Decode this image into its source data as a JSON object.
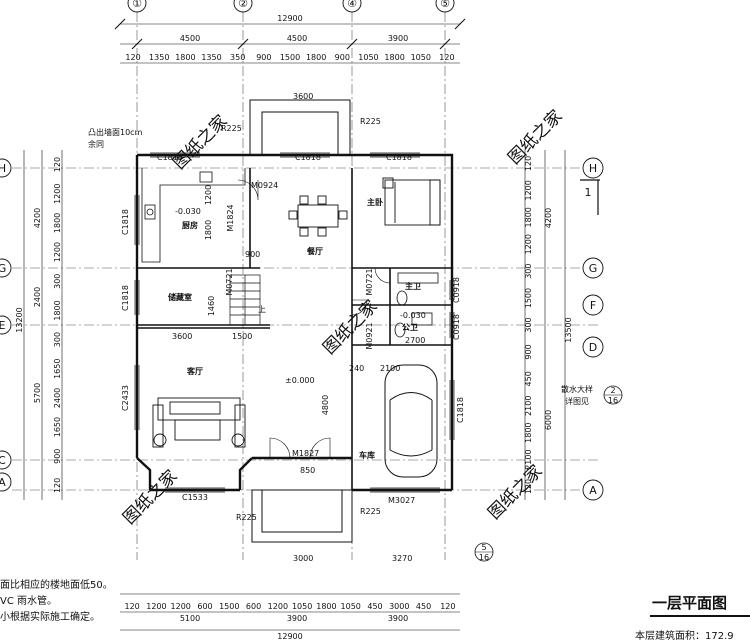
{
  "plan": {
    "title": "一层平面图",
    "area_label": "本层建筑面积：172.9",
    "watermark": "图纸之家",
    "top_dims": {
      "total": "12900",
      "segments": [
        "4500",
        "4500",
        "3900"
      ],
      "details": [
        "120",
        "1350",
        "1800",
        "1350",
        "350",
        "900",
        "1500",
        "1800",
        "900",
        "1050",
        "1800",
        "1050",
        "120"
      ]
    },
    "bottom_dims": {
      "total": "12900",
      "segments": [
        "5100",
        "3900",
        "3900"
      ],
      "details": [
        "120",
        "1200",
        "1200",
        "600",
        "1500",
        "600",
        "1200",
        "1050",
        "1800",
        "1050",
        "450",
        "3000",
        "450",
        "120"
      ]
    },
    "left_dims": {
      "total": "13200",
      "segments": [
        "4200",
        "2400",
        "5700"
      ],
      "details": [
        "120",
        "1200",
        "1800",
        "1200",
        "300",
        "1800",
        "300",
        "1650",
        "2400",
        "1650",
        "900",
        "120"
      ]
    },
    "right_dims": {
      "total": "13500",
      "segments": [
        "4200",
        "6000"
      ],
      "details": [
        "120",
        "1200",
        "1800",
        "1200",
        "300",
        "1500",
        "300",
        "900",
        "450",
        "2100",
        "1800",
        "2100",
        "120"
      ]
    },
    "axes_top": [
      "①",
      "②",
      "④",
      "⑤"
    ],
    "axes_left": [
      "H",
      "G",
      "E",
      "C",
      "A"
    ],
    "axes_right": [
      "H",
      "G",
      "F",
      "D",
      "A"
    ],
    "rooms": {
      "kitchen": "厨房",
      "dining": "餐厅",
      "storage": "储藏室",
      "living": "客厅",
      "master": "主卧",
      "master_bath": "主卫",
      "public_bath": "公卫",
      "garage": "车库"
    },
    "labels": {
      "window_c1818_top_left": "C1818",
      "window_c1818_top_mid": "C1818",
      "window_c1818_top_right": "C1818",
      "window_c1818_kitchen": "C1818",
      "window_c1818_storage": "C1818",
      "window_c1818_garage": "C1818",
      "window_c2433": "C2433",
      "window_c1533": "C1533",
      "window_c0918_a": "C0918",
      "window_c0918_b": "C0918",
      "door_m0924": "M0924",
      "door_m1824": "M1824",
      "door_m0721_a": "M0721",
      "door_m0721_b": "M0721",
      "door_m0921": "M0921",
      "door_m1827": "M1827",
      "door_m3027": "M3027",
      "level_kitchen": "-0.030",
      "level_bath": "-0.030",
      "level_main": "±0.000",
      "note_a": "凸出墙面10cm",
      "note_b": "余同",
      "stair_dn": "上",
      "r225_a": "R225",
      "r225_b": "R225",
      "r225_c": "R225",
      "r225_d": "R225",
      "dim_3600_top": "3600",
      "dim_3600_living": "3600",
      "dim_1500_living": "1500",
      "dim_4800": "4800",
      "dim_2700": "2700",
      "dim_3000_porch": "3000",
      "dim_3270": "3270",
      "dim_1460": "1460",
      "dim_2100": "2100",
      "dim_1200_k": "1200",
      "dim_1800_k": "1800",
      "dim_900_k": "900",
      "dim_850": "850",
      "dim_240": "240",
      "note_stair": "散水大样",
      "note_detail": "详图见",
      "callout_top": "2",
      "callout_bottom": "16",
      "callout2_top": "5",
      "callout2_bottom": "16",
      "section_mark": "1",
      "notes": [
        "面比相应的楼地面低50。",
        "VC 雨水管。",
        "小根据实际施工确定。"
      ]
    }
  }
}
